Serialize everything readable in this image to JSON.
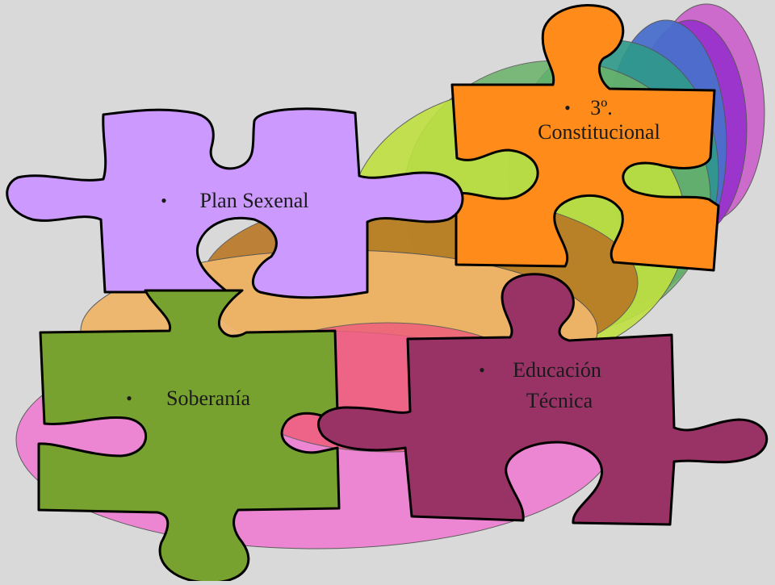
{
  "pieces": {
    "plan": {
      "label": "Plan Sexenal",
      "color": "#cc99ff"
    },
    "constitucional": {
      "line1": "3º.",
      "line2": "Constitucional",
      "color": "#ff8c1a"
    },
    "soberania": {
      "label": "Soberanía",
      "color": "#78a22f"
    },
    "educacion": {
      "line1": "Educación",
      "line2": "Técnica",
      "color": "#993366"
    }
  },
  "bullet": "•",
  "background": "#d9d9d9"
}
